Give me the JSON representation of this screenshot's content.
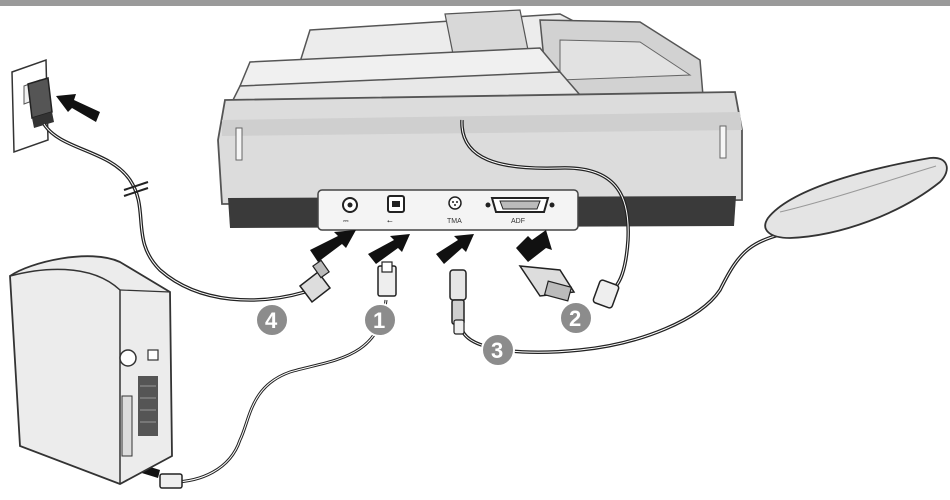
{
  "ports": {
    "power_symbol": "⎓",
    "usb_symbol": "⭠",
    "tma_label": "TMA",
    "adf_label": "ADF"
  },
  "callouts": [
    {
      "id": "1",
      "label": "1"
    },
    {
      "id": "2",
      "label": "2"
    },
    {
      "id": "3",
      "label": "3"
    },
    {
      "id": "4",
      "label": "4"
    }
  ],
  "colors": {
    "callout_fill": "#8c8c8c",
    "arrow_fill": "#111111",
    "device_body": "#e6e6e6",
    "device_dark": "#3a3a3a",
    "cable": "#222222"
  }
}
